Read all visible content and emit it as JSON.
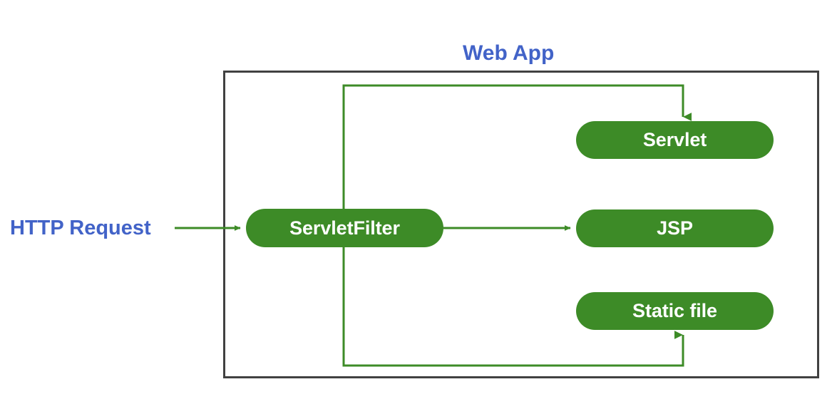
{
  "diagram": {
    "title": "Web App",
    "external_label": "HTTP Request",
    "colors": {
      "node_fill": "#3d8b27",
      "node_text": "#ffffff",
      "label_text": "#4263c8",
      "connector": "#3d8b27",
      "container_border": "#414141",
      "background": "#ffffff"
    },
    "nodes": [
      {
        "id": "servletfilter",
        "label": "ServletFilter"
      },
      {
        "id": "servlet",
        "label": "Servlet"
      },
      {
        "id": "jsp",
        "label": "JSP"
      },
      {
        "id": "staticfile",
        "label": "Static file"
      }
    ],
    "edges": [
      {
        "from": "HTTP Request",
        "to": "ServletFilter",
        "style": "straight-arrow"
      },
      {
        "from": "ServletFilter",
        "to": "Servlet",
        "style": "elbow-up-arrow"
      },
      {
        "from": "ServletFilter",
        "to": "JSP",
        "style": "straight-arrow"
      },
      {
        "from": "ServletFilter",
        "to": "Static file",
        "style": "elbow-down-arrow"
      }
    ]
  }
}
